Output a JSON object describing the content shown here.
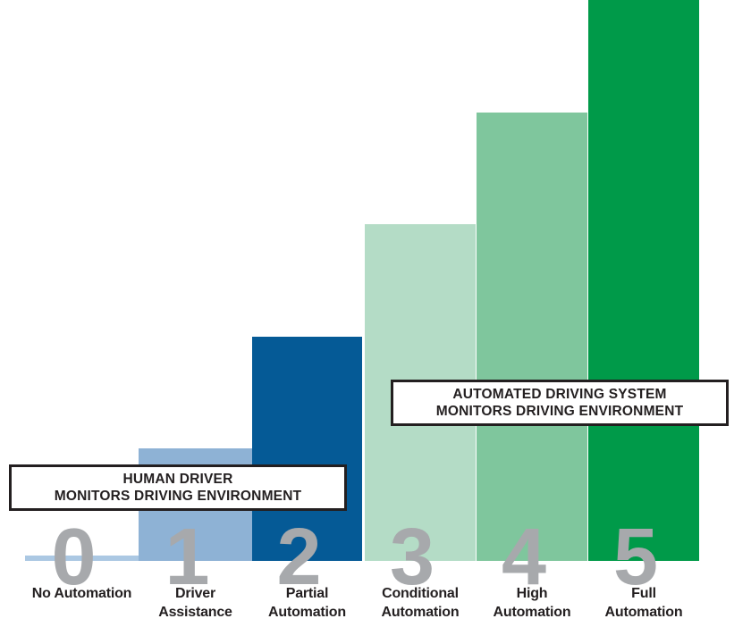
{
  "chart_data": {
    "type": "bar",
    "title": "",
    "xlabel": "",
    "ylabel": "",
    "categories": [
      "No Automation",
      "Driver Assistance",
      "Partial Automation",
      "Conditional Automation",
      "High Automation",
      "Full Automation"
    ],
    "values": [
      0,
      1,
      2,
      3,
      4,
      5
    ],
    "ylim": [
      0,
      5
    ],
    "grid": false,
    "legend": "none",
    "top_bar_cropped": true,
    "digit_color": "#a7a9ac",
    "label_color": "#231f20",
    "levels": [
      {
        "digit": "0",
        "value": 0,
        "color": "#abc8e3",
        "label_lines": [
          "No Automation"
        ]
      },
      {
        "digit": "1",
        "value": 1,
        "color": "#8eb2d5",
        "label_lines": [
          "Driver",
          "Assistance"
        ]
      },
      {
        "digit": "2",
        "value": 2,
        "color": "#055a96",
        "label_lines": [
          "Partial",
          "Automation"
        ]
      },
      {
        "digit": "3",
        "value": 3,
        "color": "#b4dcc6",
        "label_lines": [
          "Conditional",
          "Automation"
        ]
      },
      {
        "digit": "4",
        "value": 4,
        "color": "#7fc69d",
        "label_lines": [
          "High",
          "Automation"
        ]
      },
      {
        "digit": "5",
        "value": 5,
        "color": "#009a49",
        "label_lines": [
          "Full",
          "Automation"
        ]
      }
    ],
    "callouts": [
      {
        "lines": [
          "HUMAN DRIVER",
          "MONITORS DRIVING ENVIRONMENT"
        ]
      },
      {
        "lines": [
          "AUTOMATED DRIVING SYSTEM",
          "MONITORS DRIVING ENVIRONMENT"
        ]
      }
    ]
  }
}
